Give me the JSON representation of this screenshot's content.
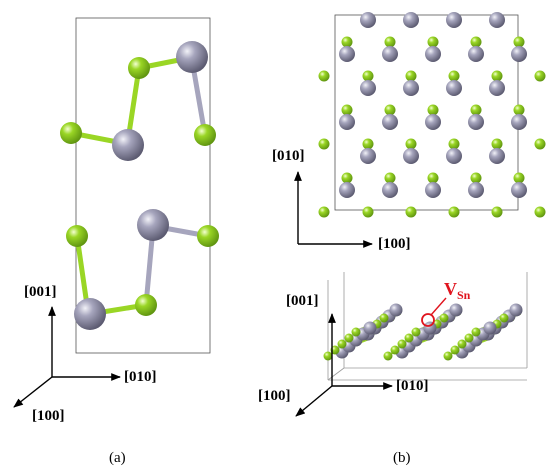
{
  "panel_a": {
    "caption": "(a)",
    "axes": {
      "vertical": "[001]",
      "horizontal": "[010]",
      "diagonal": "[100]"
    }
  },
  "panel_b_top": {
    "axes": {
      "vertical": "[010]",
      "horizontal": "[100]"
    }
  },
  "panel_b_bottom": {
    "axes": {
      "vertical": "[001]",
      "horizontal": "[010]",
      "diagonal": "[100]"
    },
    "vacancy_label_main": "V",
    "vacancy_label_sub": "Sn"
  },
  "panel_b": {
    "caption": "(b)"
  },
  "colors": {
    "sn_atom": "#8a89a3",
    "s_atom": "#8ccc1a",
    "cell_border": "#555555",
    "vacancy": "#e0141e"
  }
}
